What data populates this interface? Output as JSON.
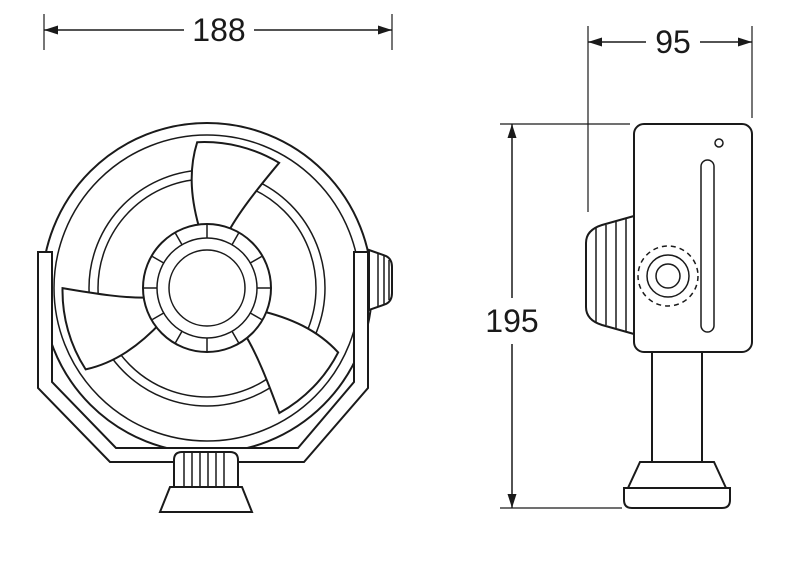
{
  "drawing": {
    "background": "#ffffff",
    "line_color": "#1a1a1a",
    "dimensions": {
      "front_width": "188",
      "side_width": "95",
      "side_height": "195"
    }
  }
}
